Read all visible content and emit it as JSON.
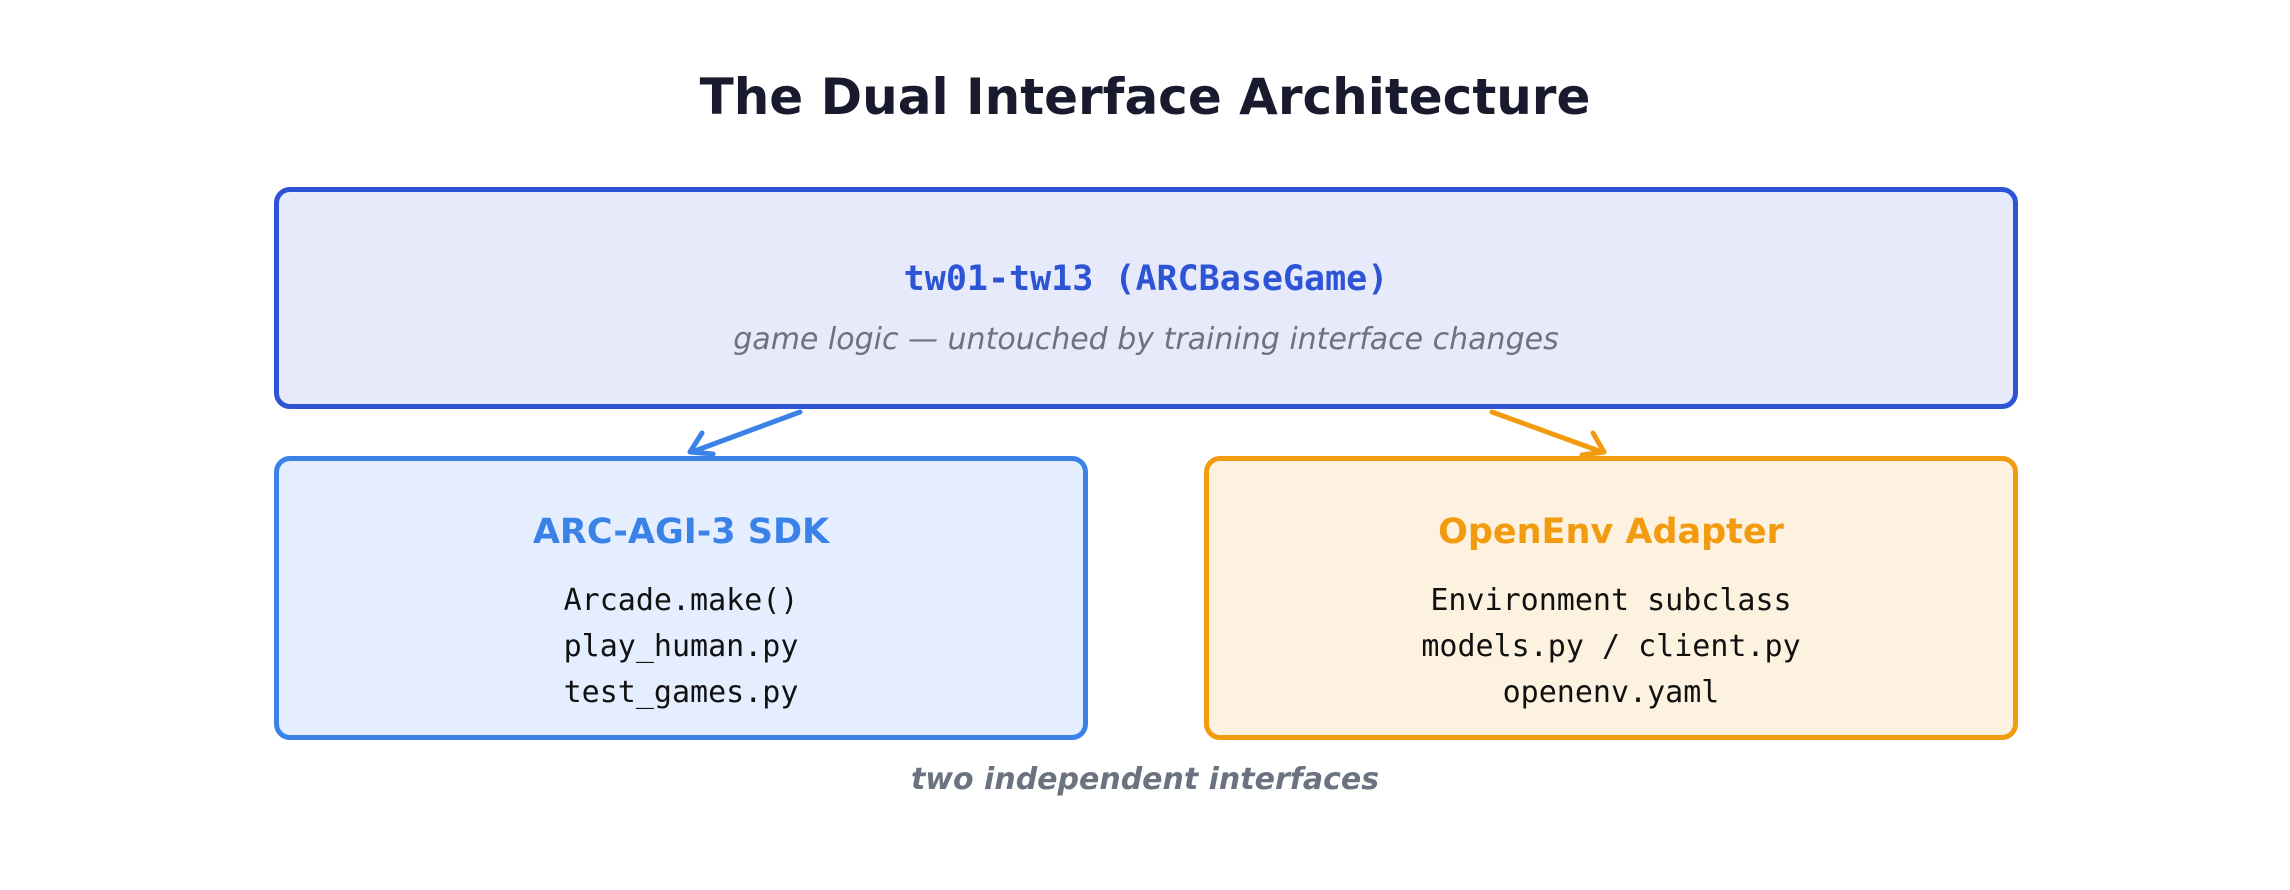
{
  "title": "The Dual Interface Architecture",
  "top_box": {
    "title": "tw01-tw13 (ARCBaseGame)",
    "subtitle": "game logic — untouched by training interface changes",
    "fill_color": "#e6eafa",
    "border_color": "#2e54d6"
  },
  "left_box": {
    "title": "ARC-AGI-3 SDK",
    "lines": [
      "Arcade.make()",
      "play_human.py",
      "test_games.py"
    ],
    "fill_color": "#e4eefe",
    "border_color": "#3b82e8"
  },
  "right_box": {
    "title": "OpenEnv Adapter",
    "lines": [
      "Environment subclass",
      "models.py / client.py",
      "openenv.yaml"
    ],
    "fill_color": "#fdf1e0",
    "border_color": "#f29b0f"
  },
  "footer": "two independent interfaces",
  "arrows": [
    {
      "from": "top_box",
      "to": "left_box",
      "color": "#3b82e8"
    },
    {
      "from": "top_box",
      "to": "right_box",
      "color": "#f29b0f"
    }
  ]
}
